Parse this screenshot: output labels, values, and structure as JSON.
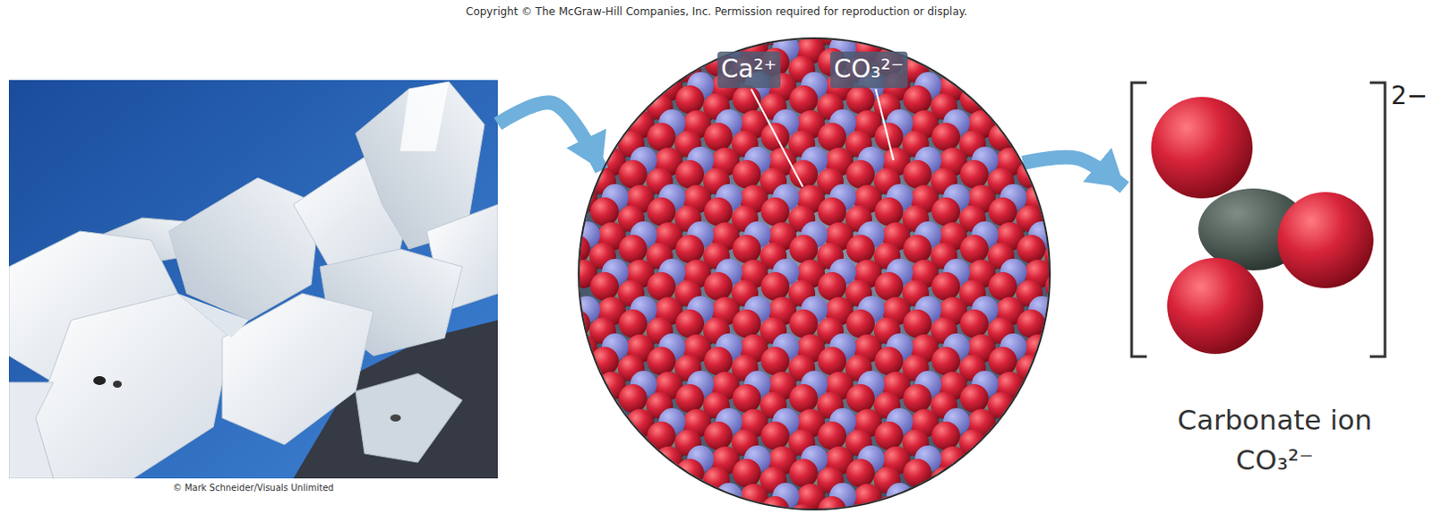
{
  "diagram": {
    "nodes": [
      {
        "text": [
          "© Mark Schneider/Visuals Unlimited"
        ]
      },
      {
        "text": [
          "Ca²⁺",
          "CO₃²⁻"
        ]
      },
      {
        "text": [
          "2−",
          "Carbonate ion CO₃²⁻"
        ]
      }
    ],
    "edges": [
      {
        "from": 0,
        "to": 1,
        "arrow": "to"
      },
      {
        "from": 1,
        "to": 2,
        "arrow": "to"
      }
    ],
    "labels": [
      "Copyright © The McGraw-Hill Companies, Inc. Permission required for reproduction or display."
    ]
  }
}
